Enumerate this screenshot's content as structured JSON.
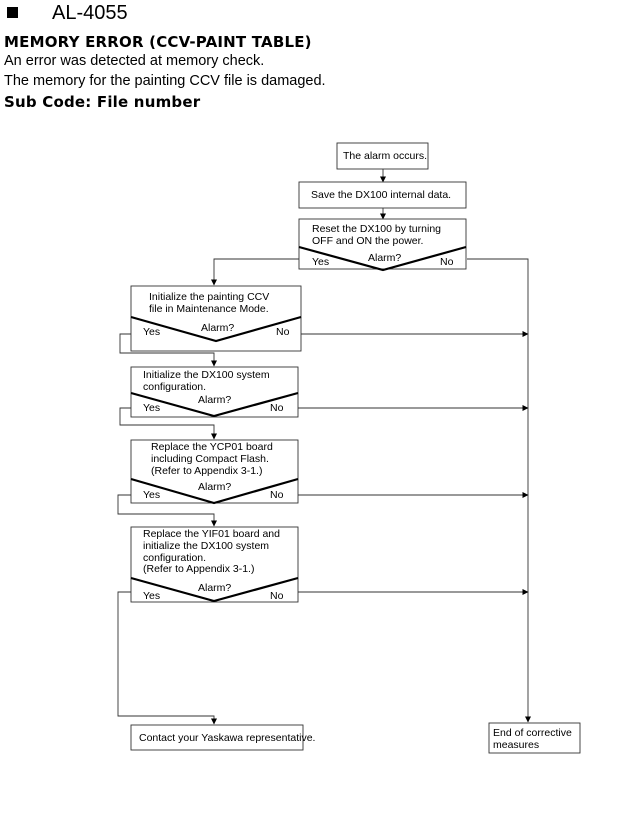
{
  "header": {
    "alarm_code": "AL-4055",
    "error_title": "MEMORY ERROR (CCV-PAINT TABLE)",
    "description": [
      "An error was detected at memory check.",
      "The memory for the painting CCV file is damaged."
    ],
    "sub_code": "Sub Code: File number"
  },
  "flowchart": {
    "start": "The alarm occurs.",
    "save_step": "Save the DX100 internal data.",
    "reset_step": [
      "Reset the DX100 by turning",
      "OFF and ON the power."
    ],
    "decision_label": "Alarm?",
    "yes_label": "Yes",
    "no_label": "No",
    "step1": [
      "Initialize the painting CCV",
      "file in Maintenance Mode."
    ],
    "step2": [
      "Initialize the DX100 system",
      "configuration."
    ],
    "step3": [
      "Replace the YCP01 board",
      "including Compact Flash.",
      "(Refer to Appendix 3-1.)"
    ],
    "step4": [
      "Replace the YIF01 board and",
      "initialize the DX100 system",
      "configuration.",
      "(Refer to Appendix 3-1.)"
    ],
    "contact": "Contact your Yaskawa representative.",
    "end": [
      "End of corrective",
      "measures"
    ]
  }
}
